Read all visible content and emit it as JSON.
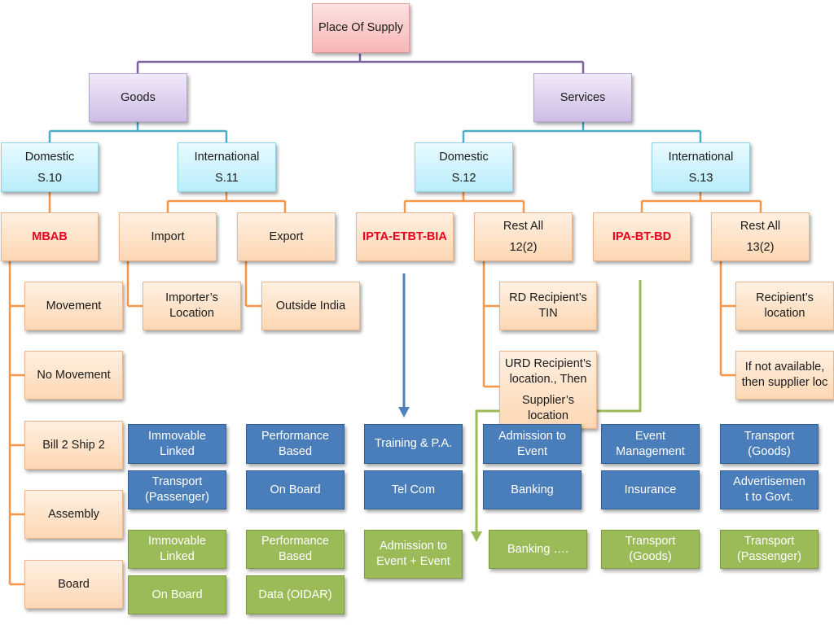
{
  "root": {
    "label": "Place Of Supply"
  },
  "goods": {
    "label": "Goods"
  },
  "services": {
    "label": "Services"
  },
  "goods_domestic": {
    "line1": "Domestic",
    "line2": "S.10"
  },
  "goods_international": {
    "line1": "International",
    "line2": "S.11"
  },
  "services_domestic": {
    "line1": "Domestic",
    "line2": "S.12"
  },
  "services_international": {
    "line1": "International",
    "line2": "S.13"
  },
  "mbab": {
    "label": "MBAB"
  },
  "import": {
    "label": "Import"
  },
  "export": {
    "label": "Export"
  },
  "ipta": {
    "label": "IPTA-ETBT-BIA"
  },
  "rest_all_12": {
    "line1": "Rest All",
    "line2": "12(2)"
  },
  "ipa": {
    "label": "IPA-BT-BD"
  },
  "rest_all_13": {
    "line1": "Rest All",
    "line2": "13(2)"
  },
  "mbab_children": [
    "Movement",
    "No Movement",
    "Bill 2 Ship 2",
    "Assembly",
    "Board"
  ],
  "importer_location": {
    "line1": "Importer’s",
    "line2": "Location"
  },
  "outside_india": {
    "label": "Outside India"
  },
  "rd_recipient": {
    "line1": "RD Recipient’s",
    "line2": "TIN"
  },
  "urd_recipient": {
    "line1": "URD Recipient’s",
    "line2": "location., Then",
    "line3": "Supplier’s",
    "line4": "location"
  },
  "recipient_location": {
    "line1": "Recipient’s",
    "line2": "location"
  },
  "if_not_available": {
    "line1": "If not available,",
    "line2": "then supplier loc"
  },
  "blue_boxes": [
    {
      "line1": "Immovable",
      "line2": "Linked"
    },
    {
      "line1": "Performance",
      "line2": "Based"
    },
    {
      "line1": "Training & P.A.",
      "line2": ""
    },
    {
      "line1": "Admission to",
      "line2": "Event"
    },
    {
      "line1": "Event",
      "line2": "Management"
    },
    {
      "line1": "Transport",
      "line2": "(Goods)"
    },
    {
      "line1": "Transport",
      "line2": "(Passenger)"
    },
    {
      "line1": "On Board",
      "line2": ""
    },
    {
      "line1": "Tel Com",
      "line2": ""
    },
    {
      "line1": "Banking",
      "line2": ""
    },
    {
      "line1": "Insurance",
      "line2": ""
    },
    {
      "line1": "Advertisemen",
      "line2": "t  to Govt."
    }
  ],
  "green_boxes": [
    {
      "line1": "Immovable",
      "line2": "Linked"
    },
    {
      "line1": "Performance",
      "line2": "Based"
    },
    {
      "line1": "Admission to",
      "line2": "Event + Event"
    },
    {
      "line1": "Banking ….",
      "line2": ""
    },
    {
      "line1": "Transport",
      "line2": "(Goods)"
    },
    {
      "line1": "Transport",
      "line2": "(Passenger)"
    },
    {
      "line1": "On Board",
      "line2": ""
    },
    {
      "line1": "Data (OIDAR)",
      "line2": ""
    }
  ],
  "colors": {
    "purple_connector": "#7b62a3",
    "teal_connector": "#4bacc6",
    "orange_connector": "#f79646",
    "blue_arrow": "#4f81bd",
    "green_arrow": "#9bbb59",
    "highlight_red": "#e8001c"
  }
}
